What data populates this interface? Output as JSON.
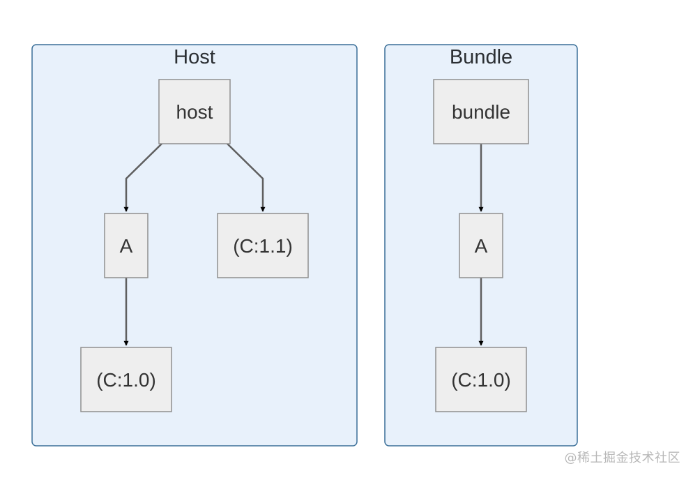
{
  "diagram": {
    "groups": [
      {
        "title": "Host",
        "nodes": [
          {
            "label": "host"
          },
          {
            "label": "A"
          },
          {
            "label": "(C:1.1)"
          },
          {
            "label": "(C:1.0)"
          }
        ]
      },
      {
        "title": "Bundle",
        "nodes": [
          {
            "label": "bundle"
          },
          {
            "label": "A"
          },
          {
            "label": "(C:1.0)"
          }
        ]
      }
    ],
    "edges": [
      {
        "from": "host",
        "to": "A",
        "group": "Host"
      },
      {
        "from": "host",
        "to": "(C:1.1)",
        "group": "Host"
      },
      {
        "from": "A",
        "to": "(C:1.0)",
        "group": "Host"
      },
      {
        "from": "bundle",
        "to": "A",
        "group": "Bundle"
      },
      {
        "from": "A",
        "to": "(C:1.0)",
        "group": "Bundle"
      }
    ],
    "colors": {
      "group_fill": "#e8f1fb",
      "group_border": "#3a6f98",
      "node_fill": "#eeeeee",
      "node_border": "#8f8f8f",
      "edge": "#5f5f5f"
    }
  },
  "watermark": "@稀土掘金技术社区"
}
